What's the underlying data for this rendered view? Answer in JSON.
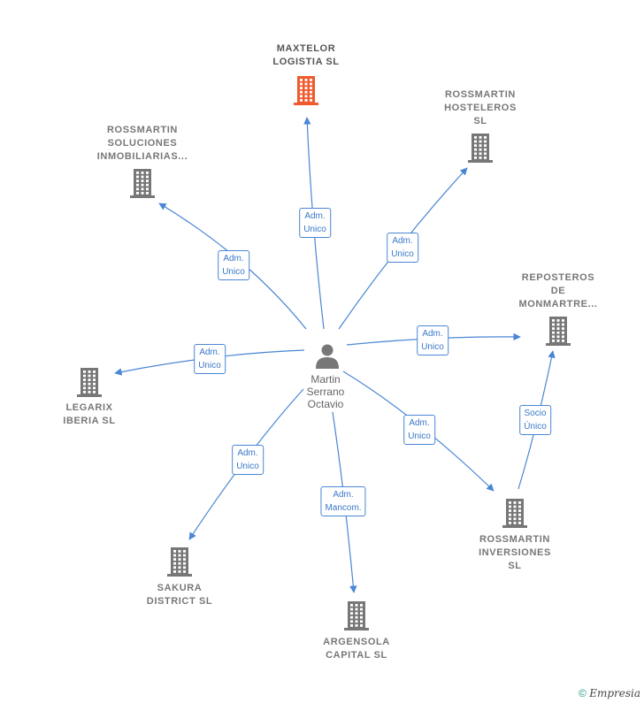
{
  "center": {
    "name_lines": [
      "Martin",
      "Serrano",
      "Octavio"
    ]
  },
  "companies": [
    {
      "id": "maxtelor",
      "label": "MAXTELOR\nLOGISTIA SL",
      "highlight": true,
      "color": "#ef5b2f"
    },
    {
      "id": "hosteleros",
      "label": "ROSSMARTIN\nHOSTELEROS\nSL",
      "highlight": false,
      "color": "#777777"
    },
    {
      "id": "soluciones",
      "label": "ROSSMARTIN\nSOLUCIONES\nINMOBILIARIAS...",
      "highlight": false,
      "color": "#777777"
    },
    {
      "id": "reposteros",
      "label": "REPOSTEROS\nDE\nMONMARTRE...",
      "highlight": false,
      "color": "#777777"
    },
    {
      "id": "legarix",
      "label": "LEGARIX\nIBERIA SL",
      "highlight": false,
      "color": "#777777"
    },
    {
      "id": "inversiones",
      "label": "ROSSMARTIN\nINVERSIONES\nSL",
      "highlight": false,
      "color": "#777777"
    },
    {
      "id": "sakura",
      "label": "SAKURA\nDISTRICT SL",
      "highlight": false,
      "color": "#777777"
    },
    {
      "id": "argensola",
      "label": "ARGENSOLA\nCAPITAL SL",
      "highlight": false,
      "color": "#777777"
    }
  ],
  "edges": [
    {
      "from": "person",
      "to": "maxtelor",
      "label": "Adm.\nUnico"
    },
    {
      "from": "person",
      "to": "hosteleros",
      "label": "Adm.\nUnico"
    },
    {
      "from": "person",
      "to": "soluciones",
      "label": "Adm.\nUnico"
    },
    {
      "from": "person",
      "to": "reposteros",
      "label": "Adm.\nUnico"
    },
    {
      "from": "person",
      "to": "legarix",
      "label": "Adm.\nUnico"
    },
    {
      "from": "person",
      "to": "inversiones",
      "label": "Adm.\nUnico"
    },
    {
      "from": "person",
      "to": "sakura",
      "label": "Adm.\nUnico"
    },
    {
      "from": "person",
      "to": "argensola",
      "label": "Adm.\nMancom."
    },
    {
      "from": "inversiones",
      "to": "reposteros",
      "label": "Socio\nÚnico"
    }
  ],
  "colors": {
    "edge": "#4a86d4",
    "building": "#777777",
    "highlight_building": "#ef5b2f"
  },
  "footer": {
    "copyright": "©",
    "brand": "Empresia"
  }
}
